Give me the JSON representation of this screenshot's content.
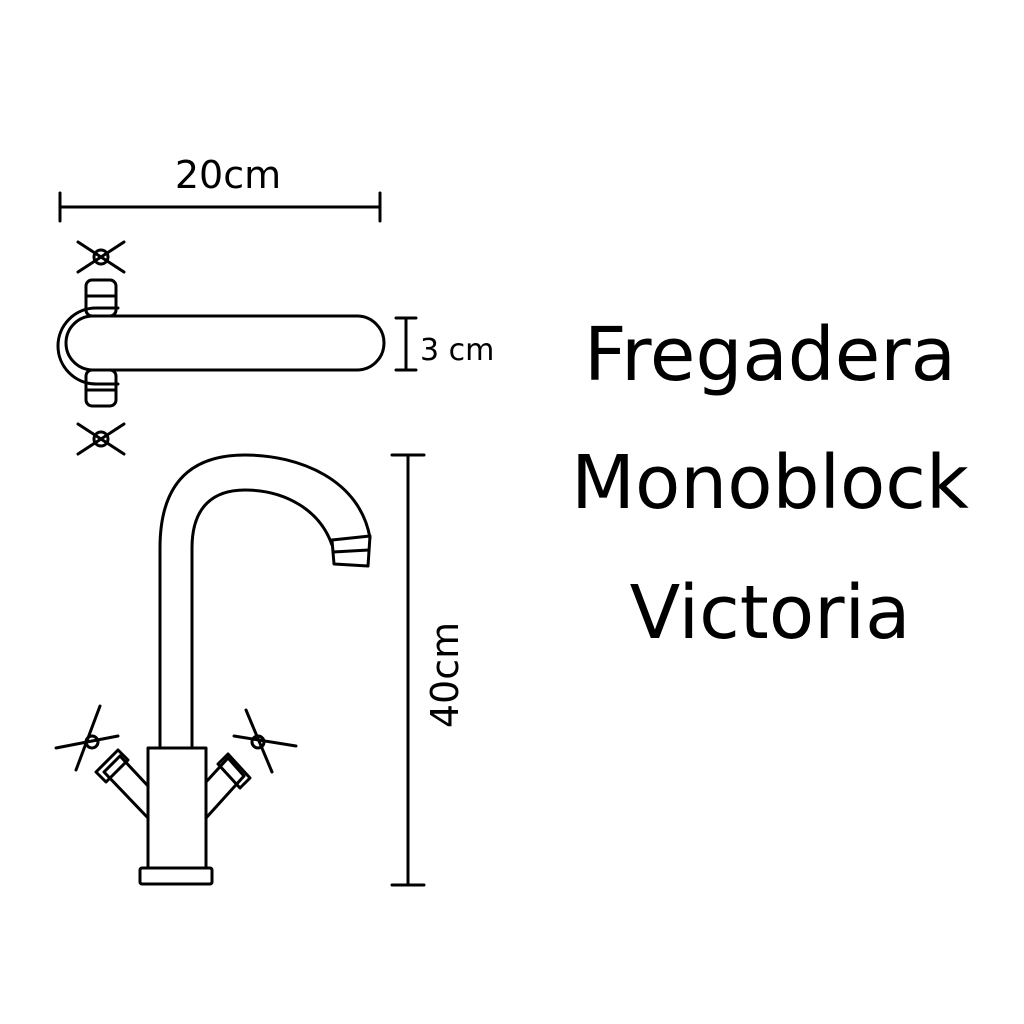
{
  "dimensions": {
    "width_label": "20cm",
    "depth_label": "3 cm",
    "height_label": "40cm"
  },
  "title": {
    "line1": "Fregadera",
    "line2": "Monoblock",
    "line3": "Victoria"
  },
  "colors": {
    "stroke": "#000000",
    "background": "#ffffff"
  }
}
